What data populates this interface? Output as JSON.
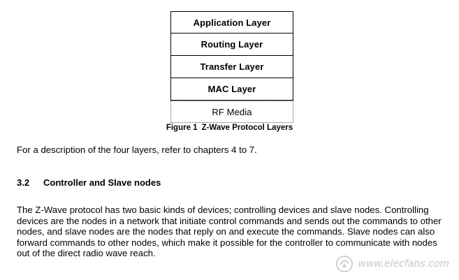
{
  "figure": {
    "layers": [
      "Application Layer",
      "Routing Layer",
      "Transfer Layer",
      "MAC Layer",
      "RF Media"
    ],
    "caption_label": "Figure 1",
    "caption_title": "Z-Wave Protocol Layers"
  },
  "intro": "For a description of the four layers, refer to chapters 4 to 7.",
  "section": {
    "number": "3.2",
    "title": "Controller and Slave nodes",
    "body": "The Z-Wave protocol has two basic kinds of devices; controlling devices and slave nodes. Controlling devices are the nodes in a network that initiate control commands and sends out the commands to other nodes, and slave nodes are the nodes that reply on and execute the commands. Slave nodes can also forward commands to other nodes, which make it possible for the controller to communicate with nodes out of the direct radio wave reach."
  },
  "watermark": {
    "text": "www.elecfans.com",
    "icon": "elecfans-logo-icon"
  }
}
